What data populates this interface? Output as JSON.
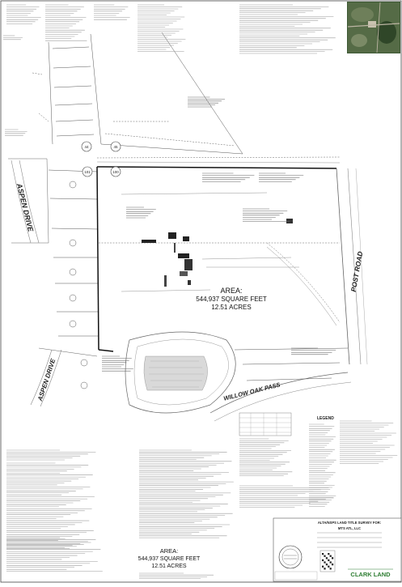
{
  "street_names": {
    "aspen_upper": "ASPEN DRIVE",
    "aspen_lower": "ASPEN DRIVE",
    "post_road": "POST ROAD",
    "willow_oak": "WILLOW OAK PASS"
  },
  "area_main": {
    "label": "AREA:",
    "sqft": "544,937 SQUARE FEET",
    "acres": "12.51 ACRES"
  },
  "area_bottom": {
    "label": "AREA:",
    "sqft": "544,937 SQUARE FEET",
    "acres": "12.51 ACRES"
  },
  "lot_numbers": [
    "44",
    "45",
    "101",
    "100"
  ],
  "legend_title": "LEGEND",
  "title_block": {
    "heading": "ALTA/NSPS LAND TITLE SURVEY FOR:",
    "client": "MTS ATL, LLC",
    "brand": "CLARK LAND"
  },
  "colors": {
    "linework": "#555555",
    "boundary": "#111111",
    "aerial": "#3e5a35"
  }
}
